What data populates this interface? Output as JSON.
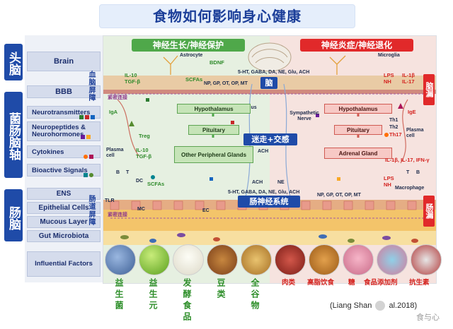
{
  "title": "食物如何影响身心健康",
  "side_labels": [
    "头脑",
    "菌肠脑轴",
    "肠脑"
  ],
  "left_boxes": {
    "brain": "Brain",
    "bbb": "BBB",
    "neurotransmitters": "Neurotransmitters",
    "neuropeptides": "Neuropeptides & Neurohormones",
    "cytokines": "Cytokines",
    "bioactive": "Bioactive Signals",
    "ens": "ENS",
    "epithelial": "Epithelial Cells",
    "mucous": "Mucous Layer",
    "gut_microbiota": "Gut Microbiota",
    "influential": "Influential Factors"
  },
  "bands": {
    "green": "神经生长/神经保护",
    "red": "神经炎症/神经退化"
  },
  "barriers": {
    "bbb_left": "血脑屏障",
    "gut_left": "肠道屏障",
    "brain_leak": "脑漏",
    "gut_leak": "肠漏",
    "tight_junction_top": "紧密连接",
    "tight_junction_bottom": "紧密连接"
  },
  "center": {
    "brain": "脑",
    "vagus_sympathetic": "迷走+交感",
    "enteric": "肠神经系统",
    "vagus": "Vagus",
    "sympathetic": "Sympathetic Nerve",
    "ach_top": "ACH",
    "ach_bottom": "ACH",
    "ne": "NE",
    "neuro_top": "5-HT, GABA, DA, NE, Glu, ACH",
    "neuro_bottom": "5-HT, GABA, DA, NE, Glu, ACH",
    "peptides_top": "NP, GP, OT, OP, MT",
    "peptides_bottom": "NP, GP, OT, OP, MT"
  },
  "left_flow": {
    "hypothalamus": "Hypothalamus",
    "pituitary": "Pituitary",
    "peripheral": "Other Peripheral Glands"
  },
  "right_flow": {
    "hypothalamus": "Hypothalamus",
    "pituitary": "Pituitary",
    "adrenal": "Adrenal Gland"
  },
  "annotations_left": {
    "astrocyte": "Astrocyte",
    "bdnf": "BDNF",
    "scfas_top": "SCFAs",
    "il10_top": "IL-10",
    "tgfb_top": "TGF-β",
    "iga": "IgA",
    "treg": "Treg",
    "plasma": "Plasma cell",
    "il10_bot": "IL-10",
    "tgfb_bot": "TGF-β",
    "b": "B",
    "t": "T",
    "dc": "DC",
    "scfas_bot": "SCFAs",
    "tlr": "TLR",
    "mc": "MC",
    "ec": "EC"
  },
  "annotations_right": {
    "microglia": "Microglia",
    "lps_top": "LPS",
    "nh_top": "NH",
    "il1b_top": "IL-1β",
    "il17_top": "IL-17",
    "ige": "IgE",
    "th1": "Th1",
    "th2": "Th2",
    "th17": "Th17",
    "plasma_r": "Plasma cell",
    "cytokines_r": "IL-1β, IL-17, IFN-γ",
    "t_r": "T",
    "b_r": "B",
    "macrophage": "Macrophage",
    "lps_bot": "LPS",
    "nh_bot": "NH"
  },
  "foods_good": [
    "益生菌",
    "益生元",
    "发酵食品",
    "豆类",
    "全谷物"
  ],
  "foods_bad": [
    "肉类",
    "高脂饮食",
    "糖",
    "食品添加剂",
    "抗生素"
  ],
  "citation": "(Liang Shan",
  "citation_tail": "al.2018)",
  "watermark": "食与心",
  "colors": {
    "primary_blue": "#1f4ba8",
    "green": "#4fa84a",
    "red": "#e1292a"
  }
}
